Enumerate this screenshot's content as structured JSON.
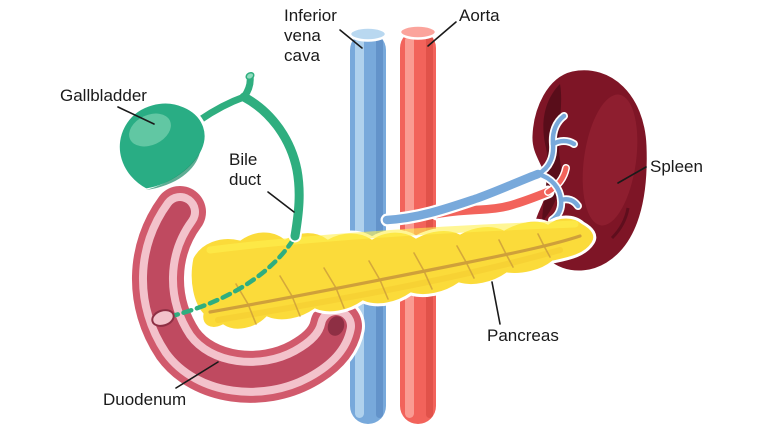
{
  "diagram": {
    "labels": {
      "inferior_vena_cava": "Inferior\nvena\ncava",
      "aorta": "Aorta",
      "gallbladder": "Gallbladder",
      "bile_duct": "Bile\nduct",
      "spleen": "Spleen",
      "pancreas": "Pancreas",
      "duodenum": "Duodenum"
    },
    "colors": {
      "background": "#ffffff",
      "label_color": "#1a1a1a",
      "pointer_color": "#1a1a1a",
      "vena_cava": "#78A9DB",
      "vena_cava_light": "#B9D8F0",
      "vena_cava_dark": "#5585BE",
      "aorta": "#F2635B",
      "aorta_light": "#FBA49C",
      "aorta_dark": "#D54840",
      "gallbladder": "#29AD84",
      "gallbladder_light": "#8FDDBE",
      "gallbladder_dark": "#1B8A66",
      "bile_duct": "#2FAE7F",
      "spleen": "#7E1526",
      "spleen_dark": "#520C19",
      "spleen_light": "#9B2736",
      "pancreas": "#FBDB3A",
      "pancreas_light": "#FFF04F",
      "pancreas_shadow": "#EDBE28",
      "pancreas_duct": "#CFA03A",
      "duodenum": "#D15A6C",
      "duodenum_cut": "#F3C2CB",
      "duodenum_inner": "#BF4A60",
      "duodenum_deep": "#8E2F44"
    }
  }
}
